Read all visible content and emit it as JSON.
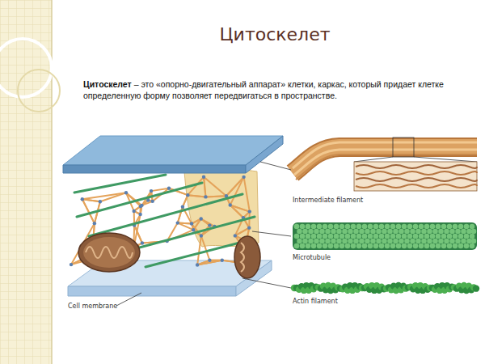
{
  "diagram": {
    "title": "Цитоскелет",
    "labels": [
      "Цитоскелет",
      "– это «опорно-двигательный аппарат» клетки, каркас, который придает клетке определенную форму позволяет передвигаться в пространстве.",
      "Intermediate filament",
      "Microtubule",
      "Actin filament",
      "Cell membrane"
    ]
  }
}
